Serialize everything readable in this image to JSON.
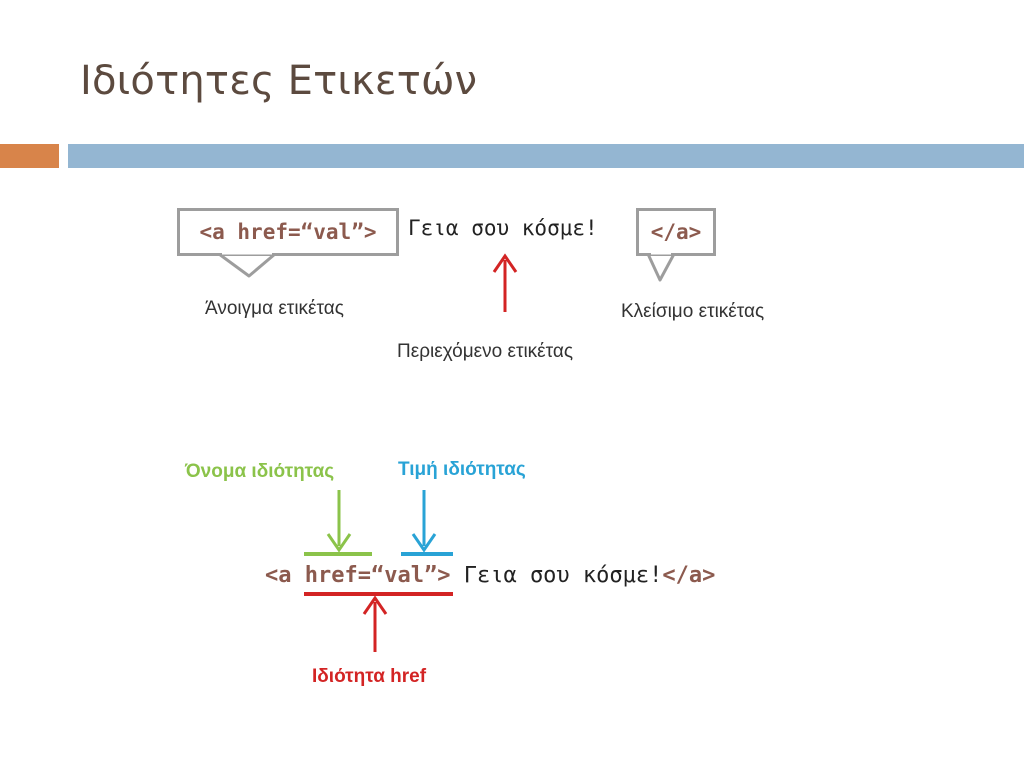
{
  "slide": {
    "title": "Ιδιότητες Ετικετών"
  },
  "diagram1": {
    "opening_tag": "<a href=“val”>",
    "content": "Γεια σου κόσμε!",
    "closing_tag": "</a>",
    "label_opening": "Άνοιγμα ετικέτας",
    "label_content": "Περιεχόμενο ετικέτας",
    "label_closing": "Κλείσιμο ετικέτας"
  },
  "diagram2": {
    "label_attr_name": "Όνομα ιδιότητας",
    "label_attr_value": "Τιμή ιδιότητας",
    "label_href": "Ιδιότητα href",
    "code_lt": "<a ",
    "code_attr": "href",
    "code_eq": "=",
    "code_val": "“val”",
    "code_gt": ">",
    "code_content": " Γεια σου κόσμε!",
    "code_close": "</a>"
  },
  "colors": {
    "orange_bar": "#d8844a",
    "blue_bar": "#94b6d2",
    "tag_text": "#8c5a4e",
    "attr_name": "#8bc34a",
    "attr_value": "#29a3d6",
    "href": "#d32424"
  }
}
